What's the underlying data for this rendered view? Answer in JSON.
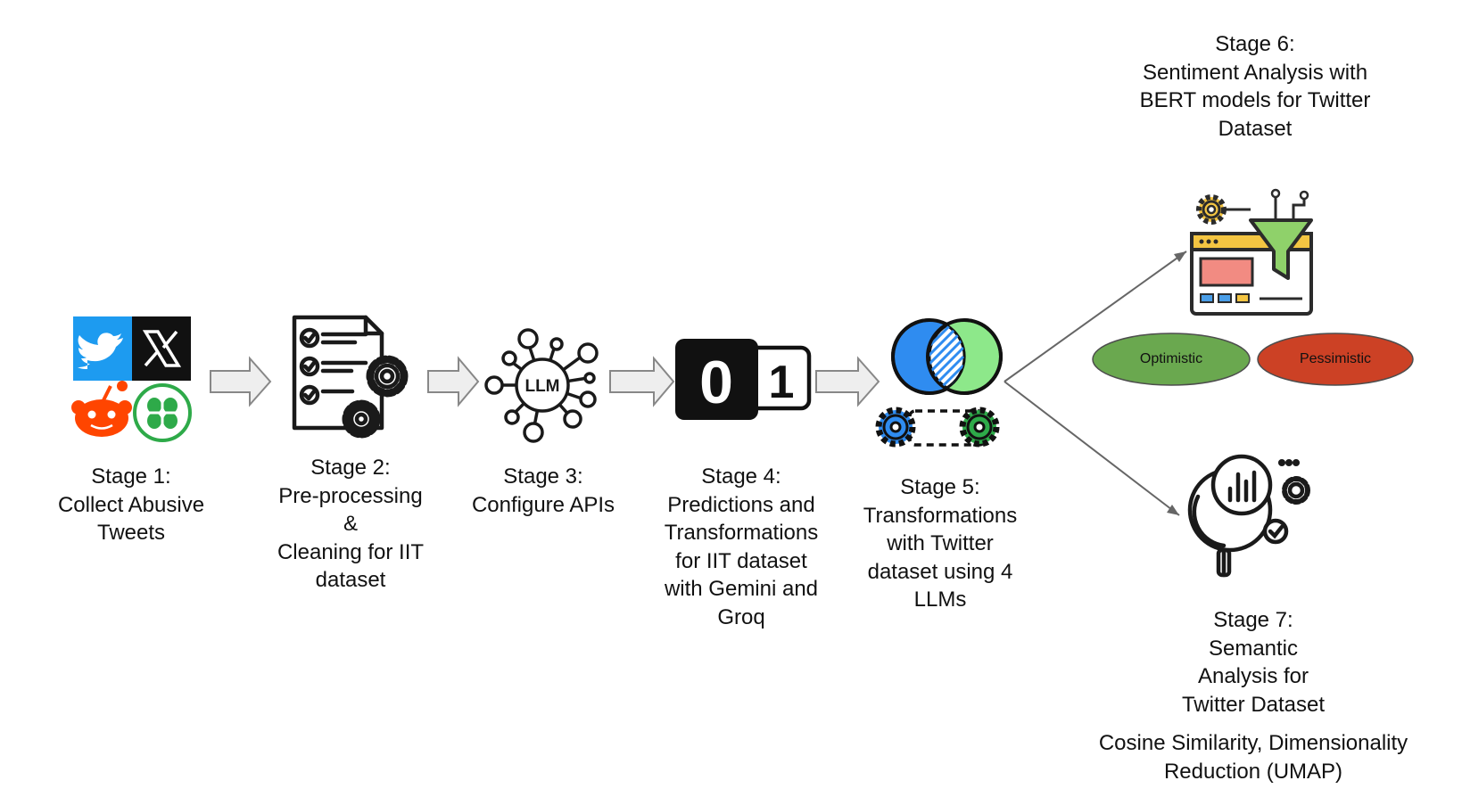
{
  "stages": [
    {
      "id": "stage1",
      "lines": [
        "Stage 1:",
        "Collect Abusive",
        "Tweets"
      ]
    },
    {
      "id": "stage2",
      "lines": [
        "Stage 2:",
        "Pre-processing",
        "&",
        "Cleaning for IIT",
        "dataset"
      ]
    },
    {
      "id": "stage3",
      "lines": [
        "Stage 3:",
        "Configure APIs"
      ]
    },
    {
      "id": "stage4",
      "lines": [
        "Stage 4:",
        "Predictions and",
        "Transformations",
        "for IIT dataset",
        "with Gemini and",
        "Groq"
      ]
    },
    {
      "id": "stage5",
      "lines": [
        "Stage 5:",
        "Transformations",
        "with Twitter",
        "dataset using 4",
        "LLMs"
      ]
    },
    {
      "id": "stage6",
      "lines": [
        "Stage 6:",
        "Sentiment Analysis with",
        "BERT models for Twitter",
        "Dataset"
      ]
    },
    {
      "id": "stage7",
      "lines": [
        "Stage 7:",
        "Semantic",
        "Analysis for",
        "Twitter Dataset"
      ]
    }
  ],
  "stage7_methods": [
    "Cosine Similarity, Dimensionality",
    "Reduction (UMAP)"
  ],
  "sentiments": [
    {
      "label": "Optimistic",
      "color": "#6aa84f"
    },
    {
      "label": "Pessimistic",
      "color": "#cc4125"
    }
  ],
  "icons": {
    "stage1": [
      "twitter-bird-icon",
      "x-logo-icon",
      "reddit-icon",
      "clover-icon"
    ],
    "stage2": "checklist-gears-icon",
    "stage3": "llm-network-icon",
    "stage3_text": "LLM",
    "stage4": "binary-digits-icon",
    "stage4_digits": [
      "0",
      "1"
    ],
    "stage5": "venn-gears-icon",
    "stage6": "funnel-dashboard-icon",
    "stage7": "magnifier-analytics-icon"
  },
  "colors": {
    "twitter_blue": "#1d9bf0",
    "reddit_orange": "#ff4500",
    "clover_green": "#2eaa49",
    "venn_blue": "#2f8cf0",
    "venn_green": "#8de88a",
    "arrow_fill": "#eeeeee"
  }
}
